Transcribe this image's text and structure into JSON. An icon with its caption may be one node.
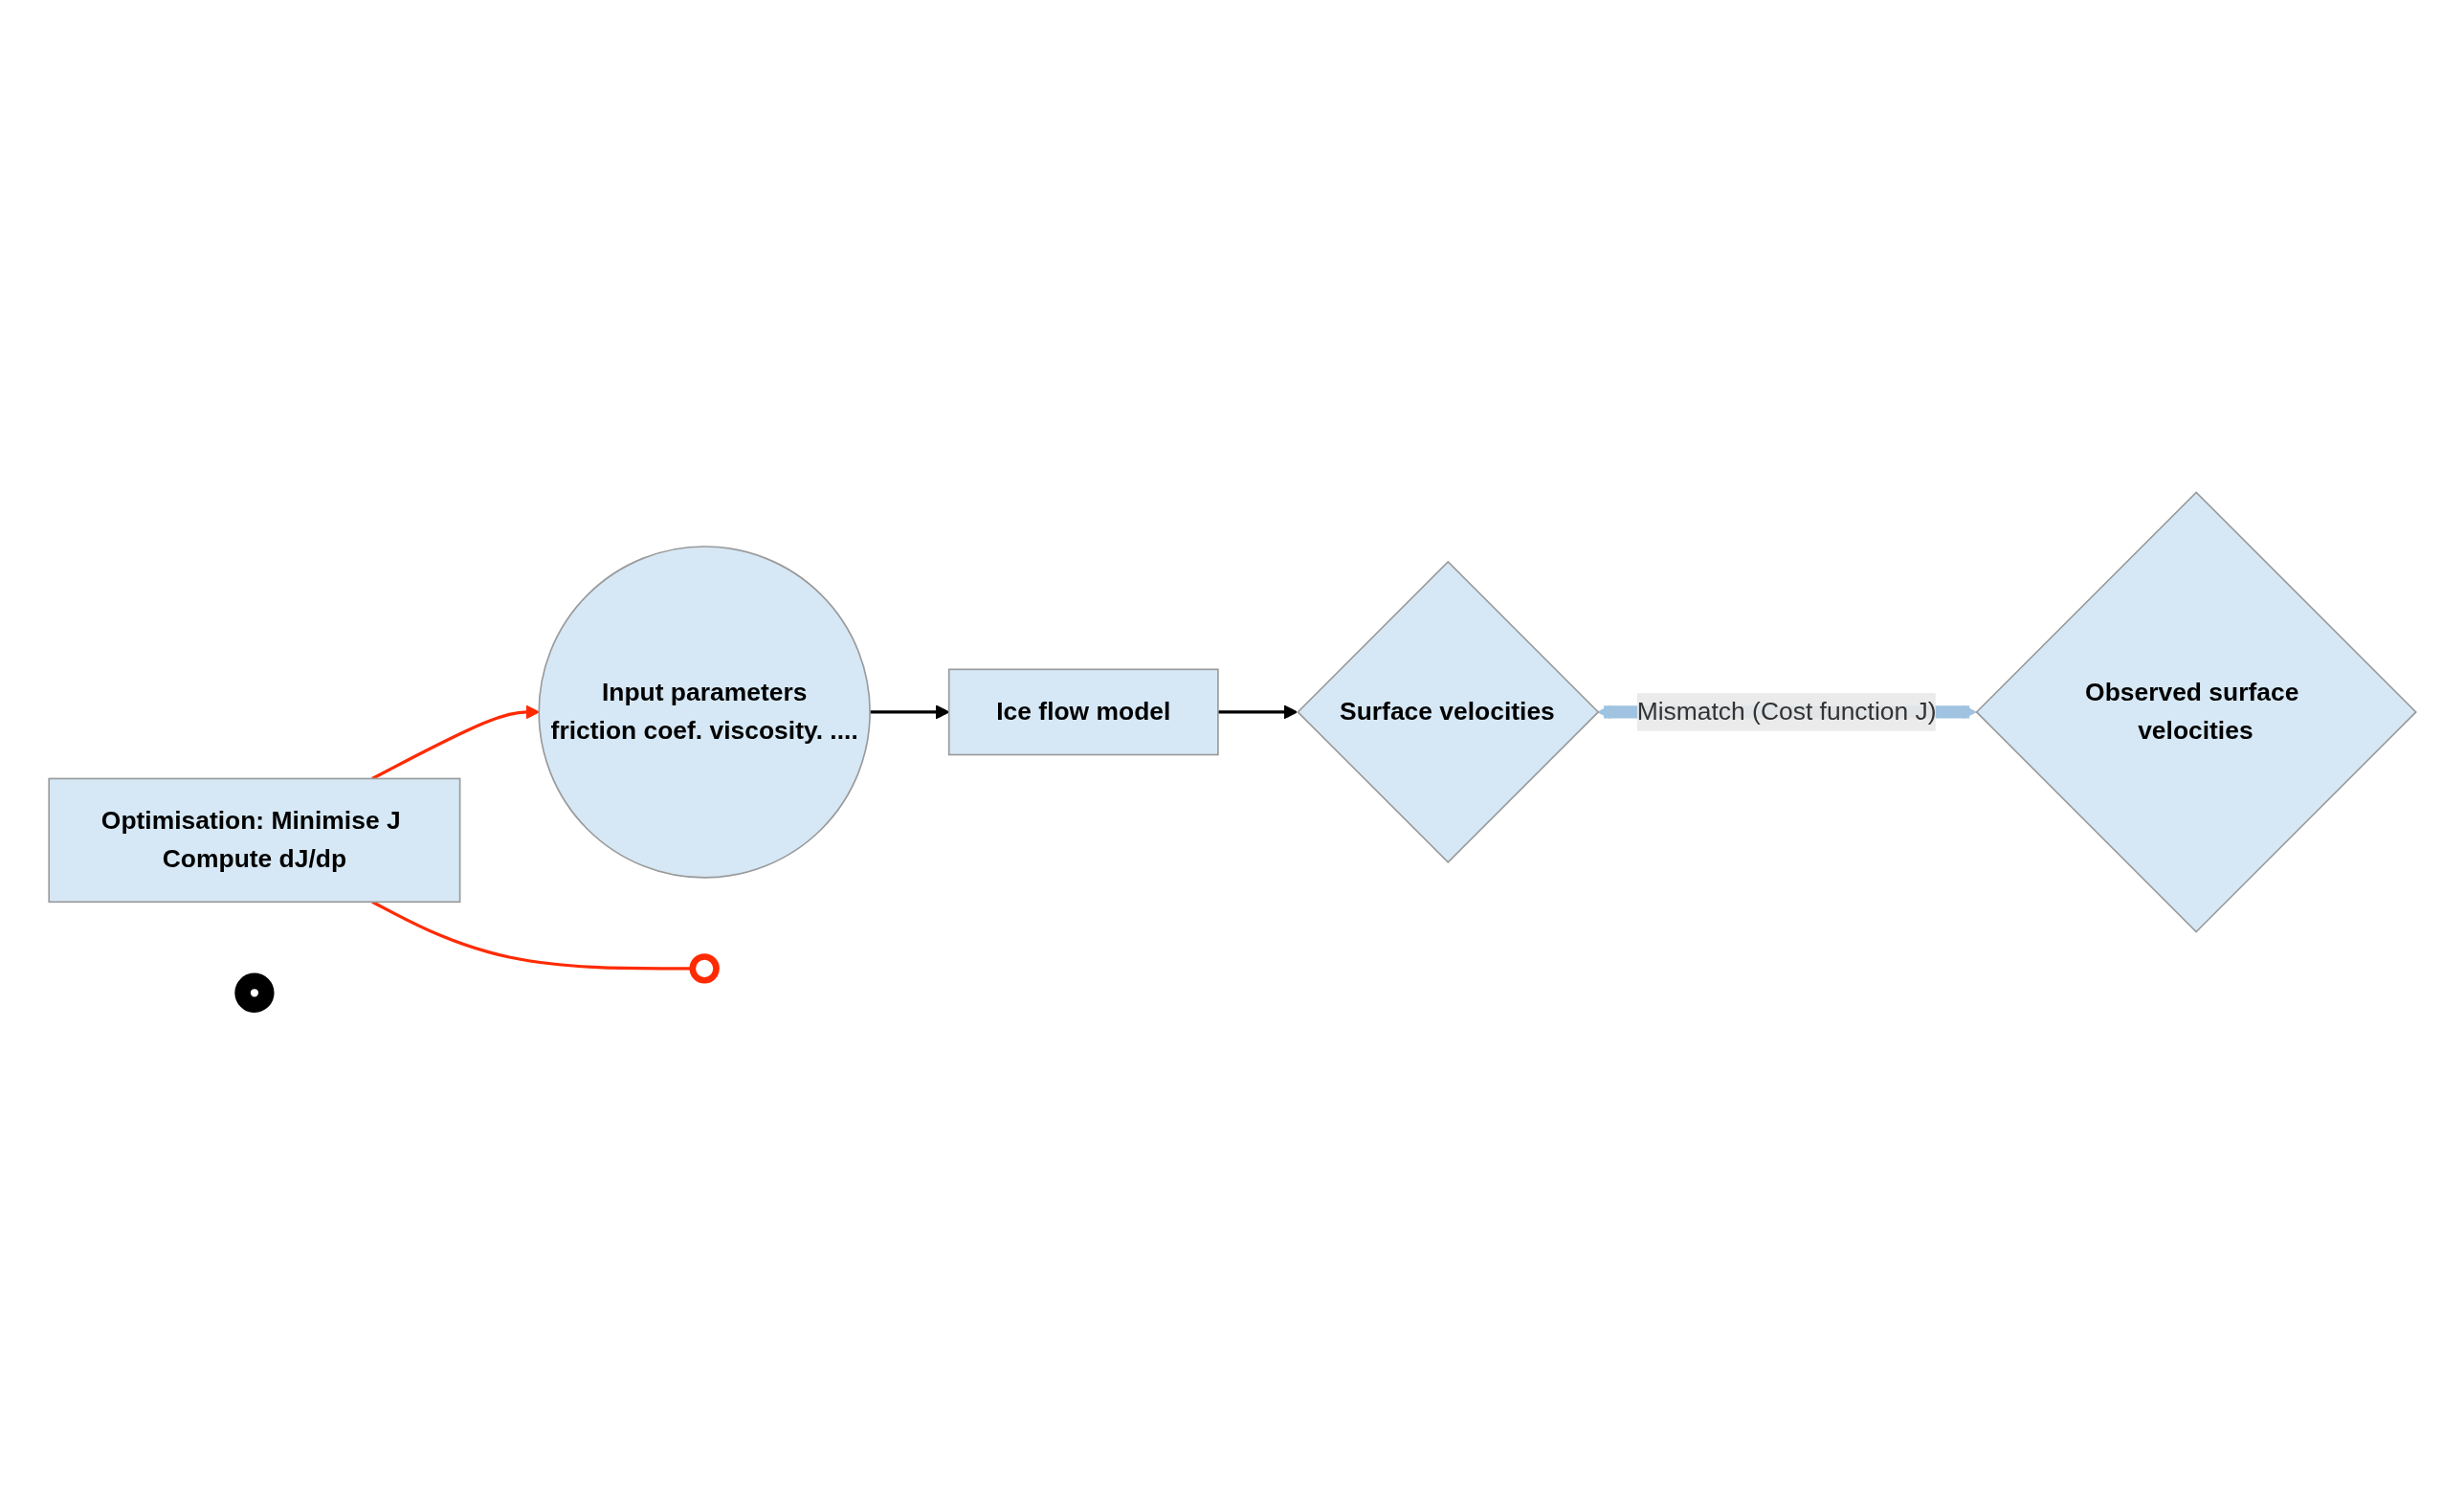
{
  "diagram": {
    "nodes": [
      {
        "text": [
          "Input parameters",
          "friction coef. viscosity. ...."
        ]
      },
      {
        "text": [
          "Ice flow model"
        ]
      },
      {
        "text": [
          "Surface velocities"
        ]
      },
      {
        "text": [
          "Optimisation: Minimise J Compute dJ/dp"
        ]
      },
      {
        "text": [
          "Observed surface velocities"
        ]
      },
      {
        "text": [],
        "shape": "circle"
      },
      {
        "text": [],
        "shape": "circle"
      }
    ],
    "edges": [
      {
        "from": 0,
        "to": 1,
        "arrow": "to"
      },
      {
        "from": 1,
        "to": 2,
        "arrow": "to"
      },
      {
        "from": 2,
        "to": 4,
        "arrow": "both",
        "label": "Mismatch (Cost function J)",
        "style": "thick",
        "color": "#9fc3e0"
      },
      {
        "from": 3,
        "to": 0,
        "arrow": "to",
        "color": "#ff2a00"
      },
      {
        "from": 3,
        "to": 6,
        "arrow": "none",
        "color": "#ff2a00"
      }
    ]
  }
}
